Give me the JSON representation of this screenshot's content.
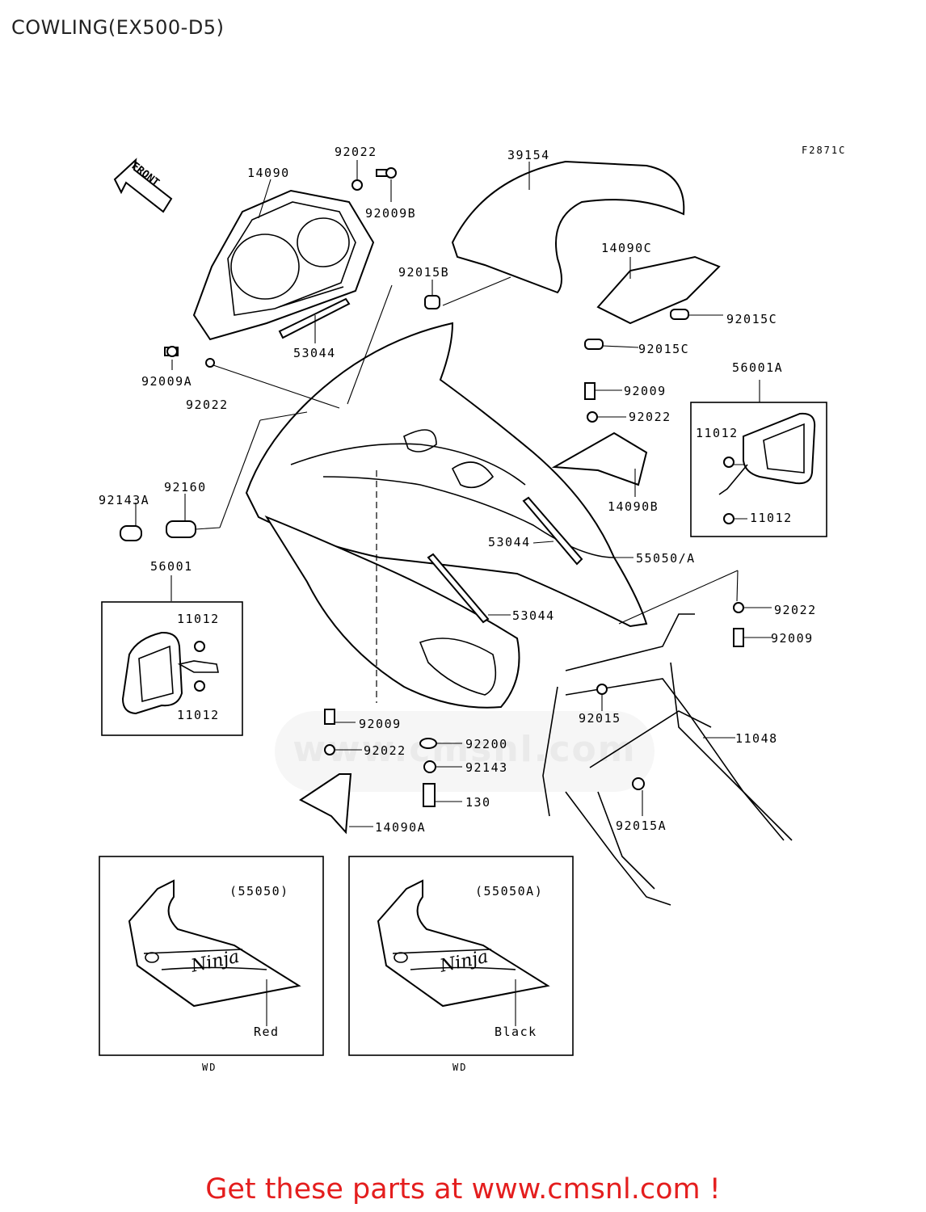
{
  "title": "COWLING(EX500-D5)",
  "figure_code": "F2871C",
  "front_arrow": "FRONT",
  "callouts": {
    "c92022_top": "92022",
    "c14090": "14090",
    "c39154": "39154",
    "c92009B": "92009B",
    "c92015B": "92015B",
    "c14090C": "14090C",
    "c53044_top": "53044",
    "c92015C_a": "92015C",
    "c92015C_b": "92015C",
    "c92009A": "92009A",
    "c92022_left": "92022",
    "c92009_mid": "92009",
    "c92022_mid": "92022",
    "c56001A": "56001A",
    "c11012_a": "11012",
    "c11012_b": "11012",
    "c14090B": "14090B",
    "c92143A": "92143A",
    "c92160": "92160",
    "c53044_mid": "53044",
    "c55050A": "55050/A",
    "c56001": "56001",
    "c11012_c": "11012",
    "c11012_d": "11012",
    "c53044_low": "53044",
    "c92022_right": "92022",
    "c92009_right": "92009",
    "c92015": "92015",
    "c11048": "11048",
    "c92009_low": "92009",
    "c92022_low": "92022",
    "c92200": "92200",
    "c92143": "92143",
    "c130": "130",
    "c14090A": "14090A",
    "c92015A": "92015A"
  },
  "variants": [
    {
      "part": "(55050)",
      "color": "Red",
      "code": "WD"
    },
    {
      "part": "(55050A)",
      "color": "Black",
      "code": "WD"
    }
  ],
  "badge_text": "Ninja",
  "watermark_text": "www.cmsnl.com",
  "promo_text": "Get these parts at www.cmsnl.com !",
  "colors": {
    "promo": "#e41e1e",
    "line": "#000000",
    "background": "#ffffff"
  }
}
